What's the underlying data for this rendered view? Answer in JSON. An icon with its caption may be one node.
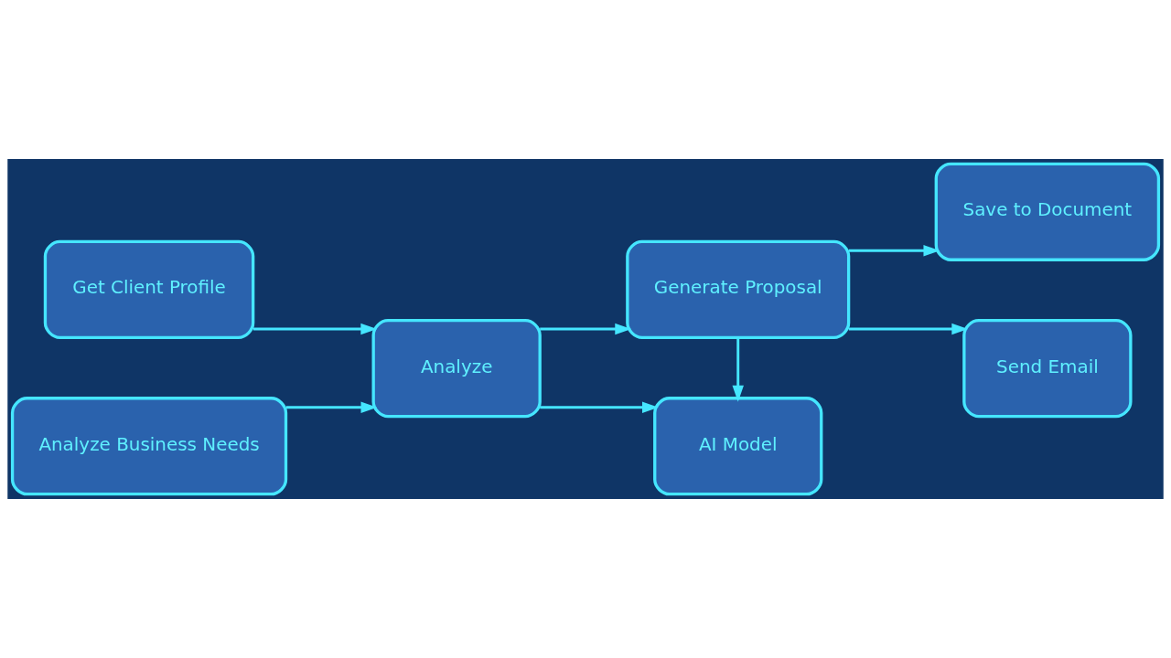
{
  "diagram": {
    "nodes": [
      {
        "text": [
          "Get Client Profile"
        ]
      },
      {
        "text": [
          "Analyze Business Needs"
        ]
      },
      {
        "text": [
          "Analyze"
        ]
      },
      {
        "text": [
          "Generate Proposal"
        ]
      },
      {
        "text": [
          "Save to Document"
        ]
      },
      {
        "text": [
          "Send Email"
        ]
      },
      {
        "text": [
          "AI Model"
        ]
      }
    ],
    "edges": [
      {
        "from": 0,
        "to": 2,
        "arrow": "to"
      },
      {
        "from": 1,
        "to": 2,
        "arrow": "to"
      },
      {
        "from": 2,
        "to": 3,
        "arrow": "to"
      },
      {
        "from": 3,
        "to": 6,
        "arrow": "to"
      },
      {
        "from": 2,
        "to": 6,
        "arrow": "to"
      },
      {
        "from": 3,
        "to": 4,
        "arrow": "to"
      },
      {
        "from": 3,
        "to": 5,
        "arrow": "to"
      }
    ]
  }
}
